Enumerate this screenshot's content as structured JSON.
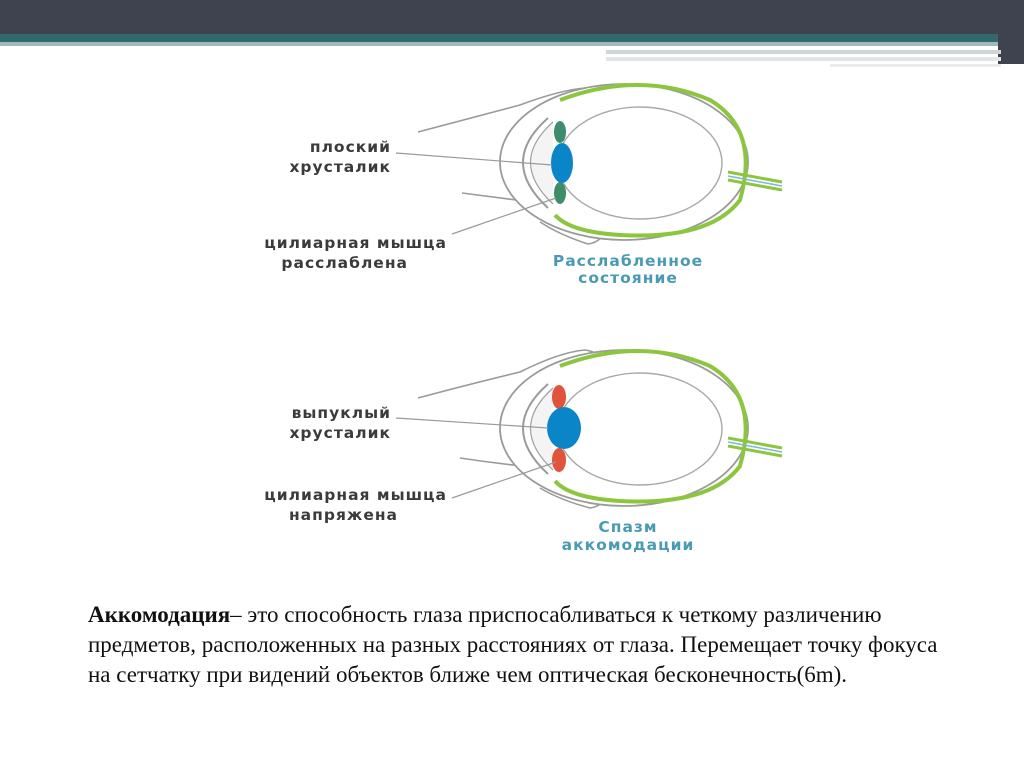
{
  "top_diagram": {
    "label_lens": [
      "плоский",
      "хрусталик"
    ],
    "label_muscle": [
      "цилиарная мышца",
      "расслаблена"
    ],
    "state": [
      "Расслабленное",
      "состояние"
    ]
  },
  "bottom_diagram": {
    "label_lens": [
      "выпуклый",
      "хрусталик"
    ],
    "label_muscle": [
      "цилиарная мышца",
      "напряжена"
    ],
    "state": [
      "Спазм",
      "аккомодации"
    ]
  },
  "caption": {
    "term": "Аккомодация",
    "text": "– это способность глаза приспосабливаться к четкому различению предметов, расположенных на разных расстояниях от глаза. Перемещает точку фокуса на сетчатку при видений объектов ближе чем оптическая бесконечность(6m)."
  },
  "colors": {
    "label": "#3b3b3b",
    "state": "#4a9ab4",
    "sclera_green": "#8cc63f",
    "lens_blue": "#0a86c8",
    "muscle_relaxed": "#3e8d6a",
    "muscle_tense": "#e2533b",
    "outline": "#9a9a9a"
  },
  "icons": [
    "eye-diagram-relaxed",
    "eye-diagram-accommodation"
  ]
}
